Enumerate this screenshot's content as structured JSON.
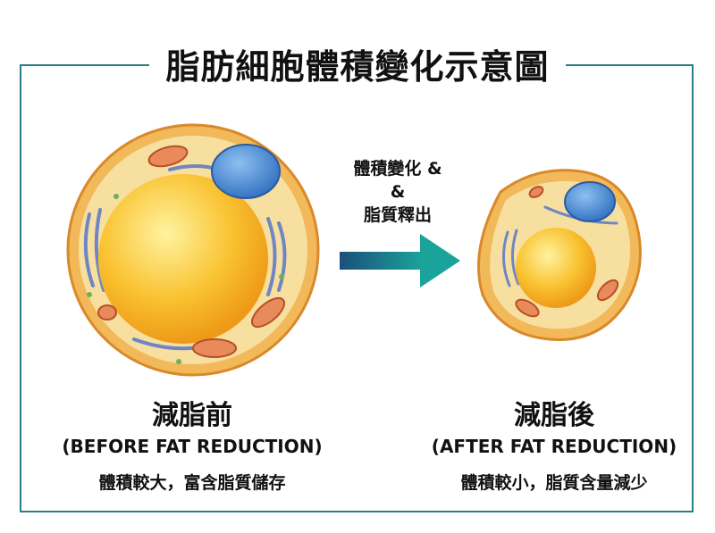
{
  "title": "脂肪細胞體積變化示意圖",
  "arrow": {
    "line1": "體積變化 &",
    "line2": "&",
    "line3": "脂質釋出"
  },
  "before": {
    "heading": "減脂前",
    "english": "(BEFORE FAT REDUCTION)",
    "description": "體積較大，富含脂質儲存"
  },
  "after": {
    "heading": "減脂後",
    "english": "(AFTER FAT REDUCTION)",
    "description": "體積較小，脂質含量減少"
  },
  "colors": {
    "frame": "#2a7f86",
    "cytoplasm": "#f7dc8a",
    "membrane": "#e6a23c",
    "lipid": "#f7b21e",
    "nucleus": "#4a88d0",
    "arrow_start": "#1d4f7a",
    "arrow_end": "#1aa39a"
  }
}
